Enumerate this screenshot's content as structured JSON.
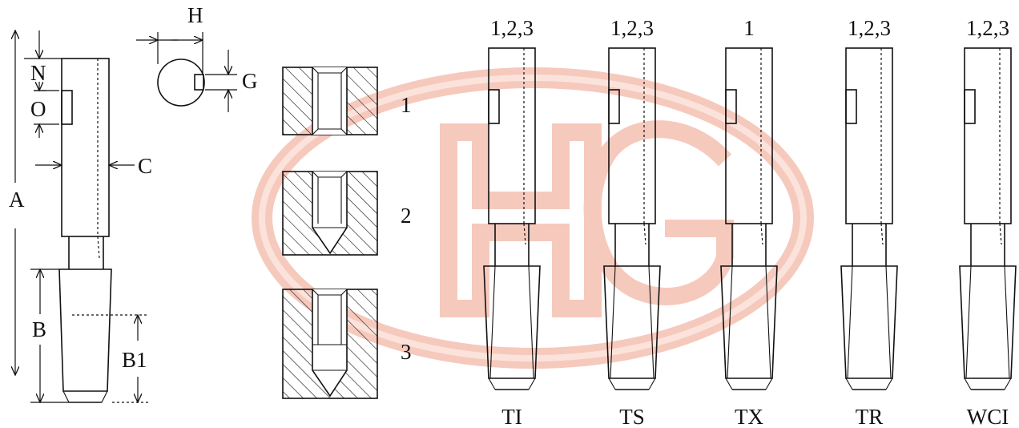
{
  "watermark": {
    "logo_color": "#f6c9bd",
    "logo_text": "HG"
  },
  "dimension_labels": {
    "A": "A",
    "B": "B",
    "B1": "B1",
    "C": "C",
    "N": "N",
    "O": "O",
    "H": "H",
    "G": "G"
  },
  "section_labels": [
    "1",
    "2",
    "3"
  ],
  "tools": [
    {
      "code": "TI",
      "variants": "1,2,3"
    },
    {
      "code": "TS",
      "variants": "1,2,3"
    },
    {
      "code": "TX",
      "variants": "1"
    },
    {
      "code": "TR",
      "variants": "1,2,3"
    },
    {
      "code": "WCI",
      "variants": "1,2,3"
    }
  ]
}
